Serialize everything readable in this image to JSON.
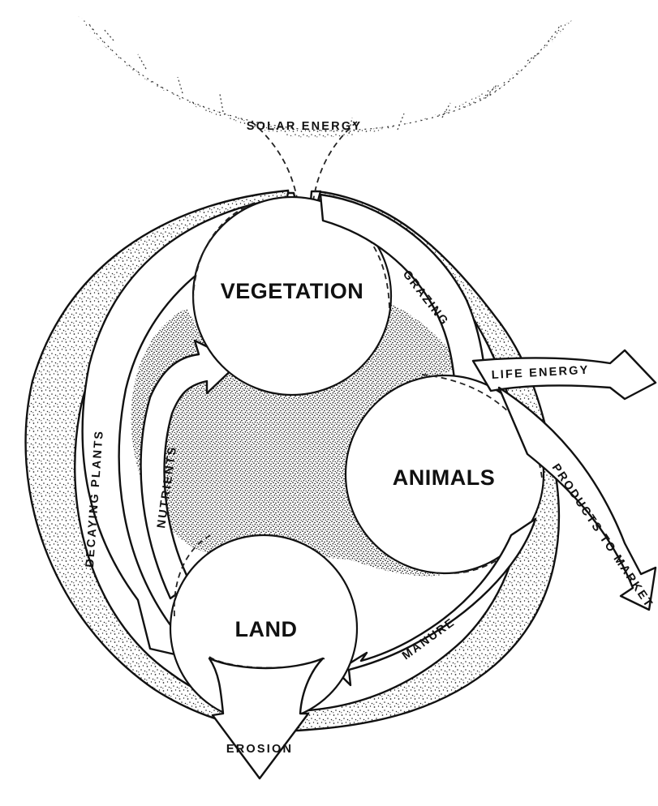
{
  "diagram": {
    "nodes": {
      "vegetation": "VEGETATION",
      "animals": "ANIMALS",
      "land": "LAND"
    },
    "flows": {
      "solar_energy": "SOLAR ENERGY",
      "grazing": "GRAZING",
      "life_energy": "LIFE ENERGY",
      "products_to_market": "PRODUCTS TO MARKET",
      "manure": "MANURE",
      "erosion": "EROSION",
      "decaying_plants": "DECAYING PLANTS",
      "nutrients": "NUTRIENTS"
    }
  }
}
